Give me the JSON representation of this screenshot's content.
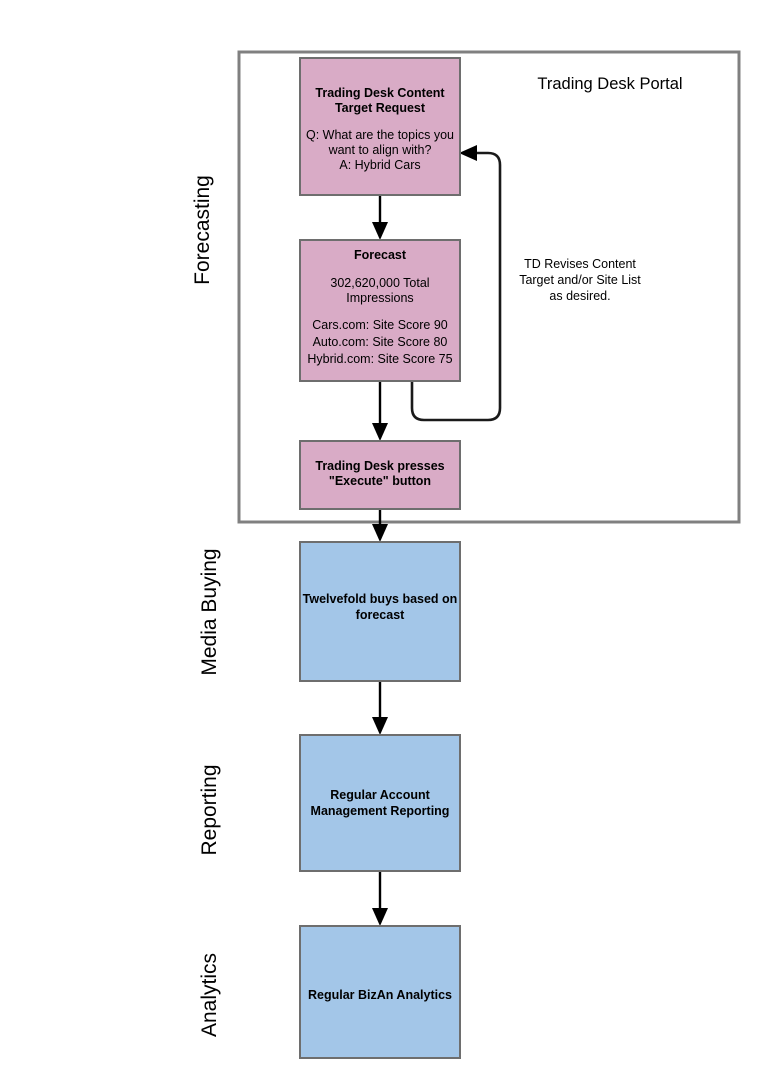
{
  "diagram": {
    "container": {
      "title": "Trading Desk Portal"
    },
    "phases": [
      {
        "label": "Forecasting"
      },
      {
        "label": "Media Buying"
      },
      {
        "label": "Reporting"
      },
      {
        "label": "Analytics"
      }
    ],
    "nodes": [
      {
        "id": "content-target-request",
        "color": "#d9abc6",
        "lines": [
          {
            "text": "Trading Desk Content",
            "bold": true
          },
          {
            "text": "Target Request",
            "bold": true
          },
          {
            "text": "",
            "bold": false
          },
          {
            "text": "Q: What are the topics you",
            "bold": false
          },
          {
            "text": "want to align with?",
            "bold": false
          },
          {
            "text": "A: Hybrid Cars",
            "bold": false
          }
        ]
      },
      {
        "id": "forecast",
        "color": "#d9abc6",
        "lines": [
          {
            "text": "Forecast",
            "bold": true
          },
          {
            "text": "",
            "bold": false
          },
          {
            "text": "302,620,000 Total",
            "bold": false
          },
          {
            "text": "Impressions",
            "bold": false
          },
          {
            "text": "",
            "bold": false
          },
          {
            "text": "Cars.com: Site Score 90",
            "bold": false
          },
          {
            "text": "Auto.com: Site Score 80",
            "bold": false
          },
          {
            "text": "Hybrid.com: Site Score 75",
            "bold": false
          }
        ]
      },
      {
        "id": "execute-button-press",
        "color": "#d9abc6",
        "lines": [
          {
            "text": "Trading Desk presses",
            "bold": true
          },
          {
            "text": "\"Execute\" button",
            "bold": true
          }
        ]
      },
      {
        "id": "twelvefold-buys",
        "color": "#a3c6e8",
        "lines": [
          {
            "text": "Twelvefold buys based on",
            "bold": true
          },
          {
            "text": "forecast",
            "bold": true
          }
        ]
      },
      {
        "id": "account-management-reporting",
        "color": "#a3c6e8",
        "lines": [
          {
            "text": "Regular Account",
            "bold": true
          },
          {
            "text": "Management Reporting",
            "bold": true
          }
        ]
      },
      {
        "id": "bizan-analytics",
        "color": "#a3c6e8",
        "lines": [
          {
            "text": "Regular BizAn Analytics",
            "bold": true
          }
        ]
      }
    ],
    "annotations": [
      {
        "id": "revision-loop-note",
        "lines": [
          "TD Revises Content",
          "Target and/or Site List",
          "as desired."
        ]
      }
    ]
  }
}
